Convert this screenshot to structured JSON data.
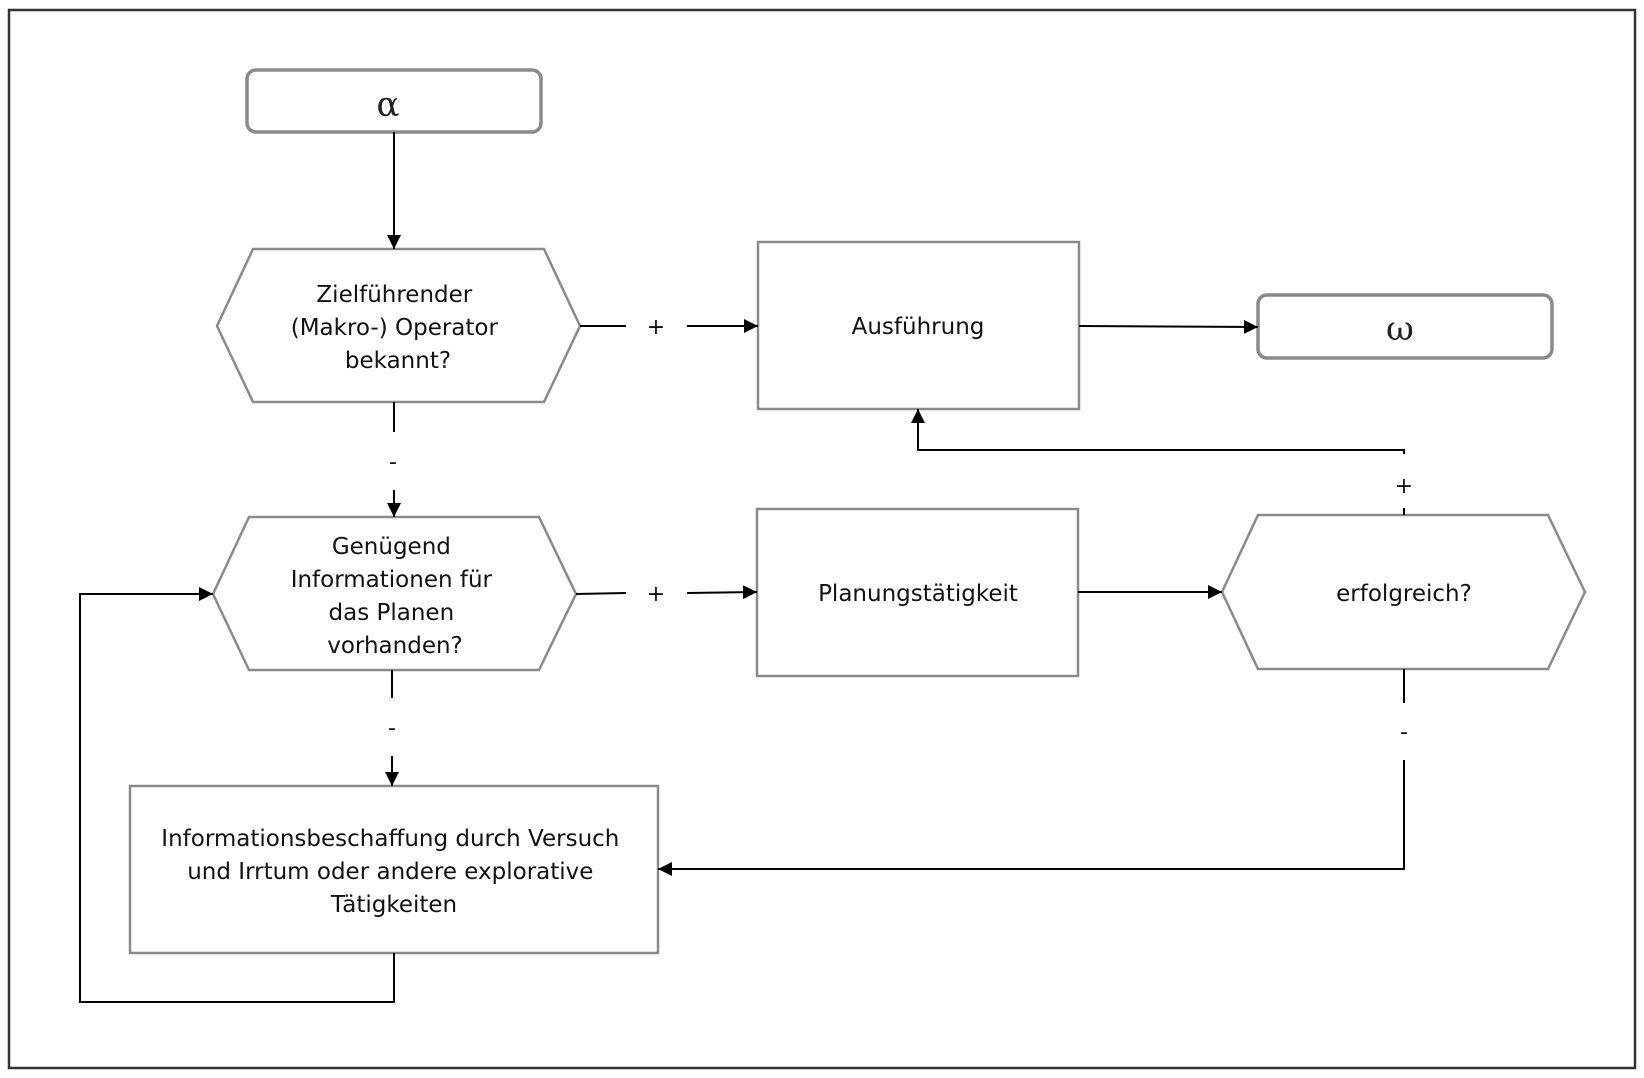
{
  "nodes": {
    "start": {
      "label": "α"
    },
    "decision_operator": {
      "lines": [
        "Zielführender",
        "(Makro-) Operator",
        "bekannt?"
      ]
    },
    "execution": {
      "label": "Ausführung"
    },
    "end": {
      "label": "ω"
    },
    "decision_information": {
      "lines": [
        "Genügend",
        "Informationen für",
        "das Planen",
        "vorhanden?"
      ]
    },
    "planning": {
      "label": "Planungstätigkeit"
    },
    "decision_success": {
      "label": "erfolgreich?"
    },
    "information_gathering": {
      "lines": [
        "Informationsbeschaffung durch Versuch",
        "und Irrtum oder andere explorative",
        "Tätigkeiten"
      ]
    }
  },
  "edge_labels": {
    "operator_yes": "+",
    "operator_no": "-",
    "information_yes": "+",
    "information_no": "-",
    "success_yes": "+",
    "success_no": "-"
  },
  "colors": {
    "border": "#8a8a8a",
    "frame": "#333333",
    "lines": "#000000"
  }
}
